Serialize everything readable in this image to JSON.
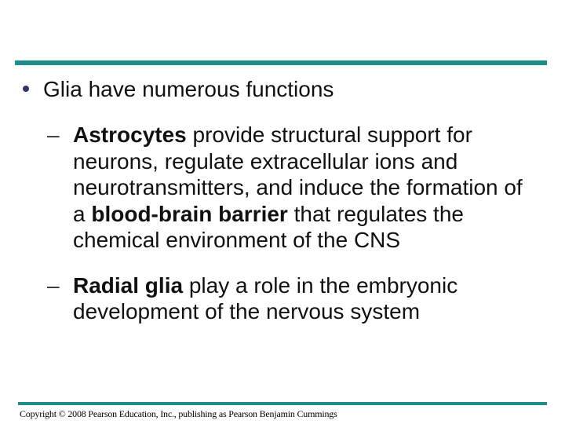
{
  "slide": {
    "colors": {
      "accent_teal": "#1f8e89",
      "bullet_navy": "#333371",
      "text": "#111111"
    },
    "title_bullet": {
      "marker": "•",
      "text": "Glia have numerous functions"
    },
    "sub_bullets": [
      {
        "marker": "–",
        "lines": [
          [
            {
              "t": "Astrocytes",
              "b": true
            },
            {
              "t": " provide structural support for",
              "b": false
            }
          ],
          [
            {
              "t": "neurons, regulate extracellular ions and",
              "b": false
            }
          ],
          [
            {
              "t": "neurotransmitters, and induce the formation of",
              "b": false
            }
          ],
          [
            {
              "t": "a ",
              "b": false
            },
            {
              "t": "blood-brain barrier",
              "b": true
            },
            {
              "t": " that regulates the",
              "b": false
            }
          ],
          [
            {
              "t": "chemical environment of the CNS",
              "b": false
            }
          ]
        ]
      },
      {
        "marker": "–",
        "lines": [
          [
            {
              "t": "Radial glia",
              "b": true
            },
            {
              "t": " play a role in the embryonic",
              "b": false
            }
          ],
          [
            {
              "t": "development of the nervous system",
              "b": false
            }
          ]
        ]
      }
    ],
    "footer": {
      "copyright": "Copyright © 2008 Pearson Education, Inc., publishing as Pearson Benjamin Cummings"
    }
  }
}
